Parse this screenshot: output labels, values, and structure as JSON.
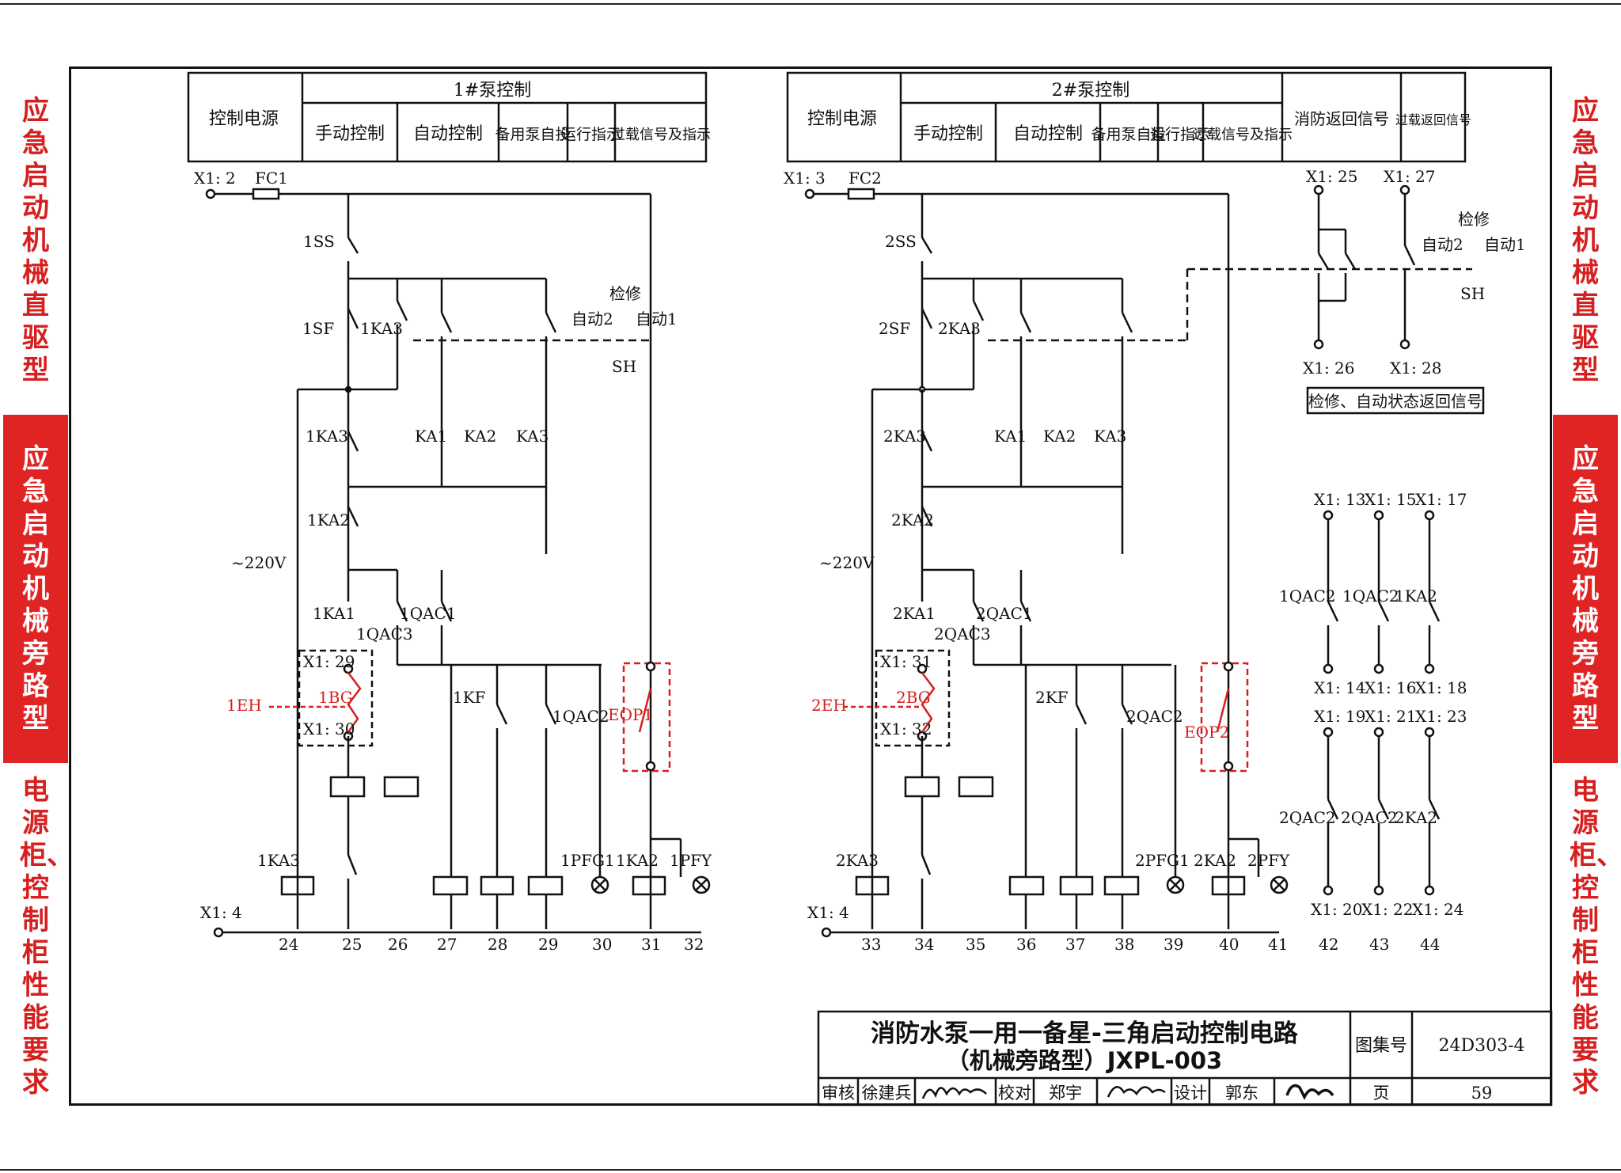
{
  "side_tabs": {
    "left": [
      "应急启动机械直驱型",
      "应急启动机械旁路型",
      "电源柜、控制柜性能要求"
    ],
    "right": [
      "应急启动机械直驱型",
      "应急启动机械旁路型",
      "电源柜、控制柜性能要求"
    ],
    "active_index": 1
  },
  "pump1": {
    "header": {
      "power": "控制电源",
      "title": "1#泵控制",
      "cols": [
        "手动控制",
        "自动控制",
        "备用泵自投",
        "运行指示",
        "过载信号及指示"
      ]
    },
    "terminals": [
      "X1: 2",
      "X1: 4",
      "X1: 29",
      "X1: 30"
    ],
    "fuse": "FC1",
    "voltage": "~220V",
    "switch": {
      "label": "SH",
      "mode": "检修",
      "auto2": "自动2",
      "auto1": "自动1"
    },
    "devices": [
      "1SS",
      "1SF",
      "1KA3",
      "1KA2",
      "1KA1",
      "1QAC3",
      "1QAC1",
      "KA1",
      "KA2",
      "KA3",
      "1EH",
      "1BG",
      "1KF",
      "1QAC2",
      "EOP1",
      "1KA3",
      "1PFG1",
      "1KA2",
      "1PFY"
    ],
    "columns": [
      "24",
      "25",
      "26",
      "27",
      "28",
      "29",
      "30",
      "31",
      "32"
    ]
  },
  "pump2": {
    "header": {
      "power": "控制电源",
      "title": "2#泵控制",
      "cols": [
        "手动控制",
        "自动控制",
        "备用泵自投",
        "运行指示",
        "过载信号及指示"
      ]
    },
    "terminals": [
      "X1: 3",
      "X1: 4",
      "X1: 31",
      "X1: 32"
    ],
    "fuse": "FC2",
    "voltage": "~220V",
    "devices": [
      "2SS",
      "2SF",
      "2KA3",
      "2KA2",
      "2KA1",
      "2QAC3",
      "2QAC1",
      "KA1",
      "KA2",
      "KA3",
      "2EH",
      "2BG",
      "2KF",
      "2QAC2",
      "EOP2",
      "2KA3",
      "2PFG1",
      "2KA2",
      "2PFY"
    ],
    "columns": [
      "33",
      "34",
      "35",
      "36",
      "37",
      "38",
      "39",
      "40",
      "41"
    ]
  },
  "feedback": {
    "header": [
      "消防返回信号",
      "过载返回信号"
    ],
    "terminals_top": [
      "X1: 25",
      "X1: 27",
      "X1: 26",
      "X1: 28"
    ],
    "switch": {
      "label": "SH",
      "mode": "检修",
      "auto2": "自动2",
      "auto1": "自动1"
    },
    "status_label": "检修、自动状态返回信号",
    "terminals_grid": [
      "X1: 13",
      "X1: 15",
      "X1: 17",
      "X1: 14",
      "X1: 16",
      "X1: 18",
      "X1: 19",
      "X1: 21",
      "X1: 23",
      "X1: 20",
      "X1: 22",
      "X1: 24"
    ],
    "devices_grid": [
      "1QAC2",
      "1QAC2",
      "1KA2",
      "2QAC2",
      "2QAC2",
      "2KA2"
    ],
    "columns": [
      "42",
      "43",
      "44"
    ]
  },
  "title_block": {
    "title_line1": "消防水泵一用一备星-三角启动控制电路",
    "title_line2": "（机械旁路型）JXPL-003",
    "atlas_label": "图集号",
    "atlas_no": "24D303-4",
    "review_label": "审核",
    "reviewer": "徐建兵",
    "check_label": "校对",
    "checker": "郑宇",
    "design_label": "设计",
    "designer": "郭东",
    "page_label": "页",
    "page_no": "59"
  }
}
